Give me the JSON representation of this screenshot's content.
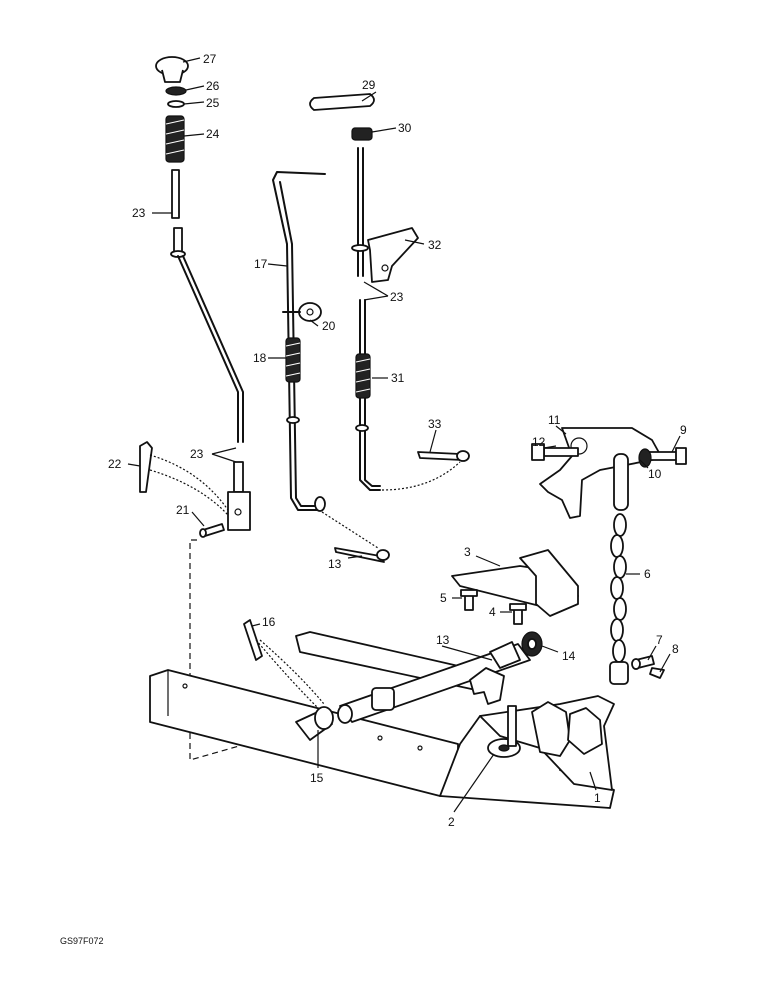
{
  "callouts": {
    "c1": "1",
    "c2": "2",
    "c3": "3",
    "c4": "4",
    "c5": "5",
    "c6": "6",
    "c7": "7",
    "c8": "8",
    "c9": "9",
    "c10": "10",
    "c11": "11",
    "c12": "12",
    "c13a": "13",
    "c13b": "13",
    "c14": "14",
    "c15": "15",
    "c16": "16",
    "c17": "17",
    "c18": "18",
    "c20": "20",
    "c21": "21",
    "c22": "22",
    "c23a": "23",
    "c23b": "23",
    "c23c": "23",
    "c24": "24",
    "c25": "25",
    "c26": "26",
    "c27": "27",
    "c29": "29",
    "c30": "30",
    "c31": "31",
    "c32": "32",
    "c33": "33"
  },
  "figure_code": "GS97F072"
}
